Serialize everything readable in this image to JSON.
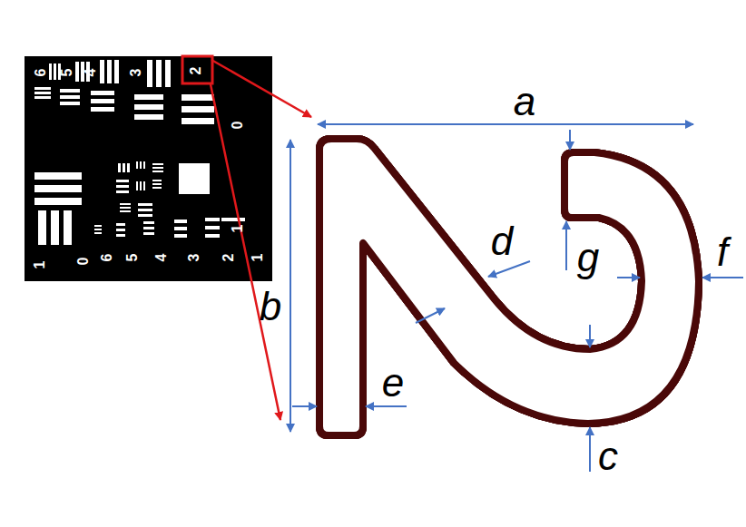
{
  "diagram": {
    "labels": [
      "6",
      "5",
      "4",
      "3",
      "2",
      "0",
      "1",
      "0",
      "1",
      "6",
      "5",
      "4",
      "3",
      "2",
      "1",
      "a",
      "b",
      "c",
      "d",
      "e",
      "f",
      "g"
    ]
  }
}
